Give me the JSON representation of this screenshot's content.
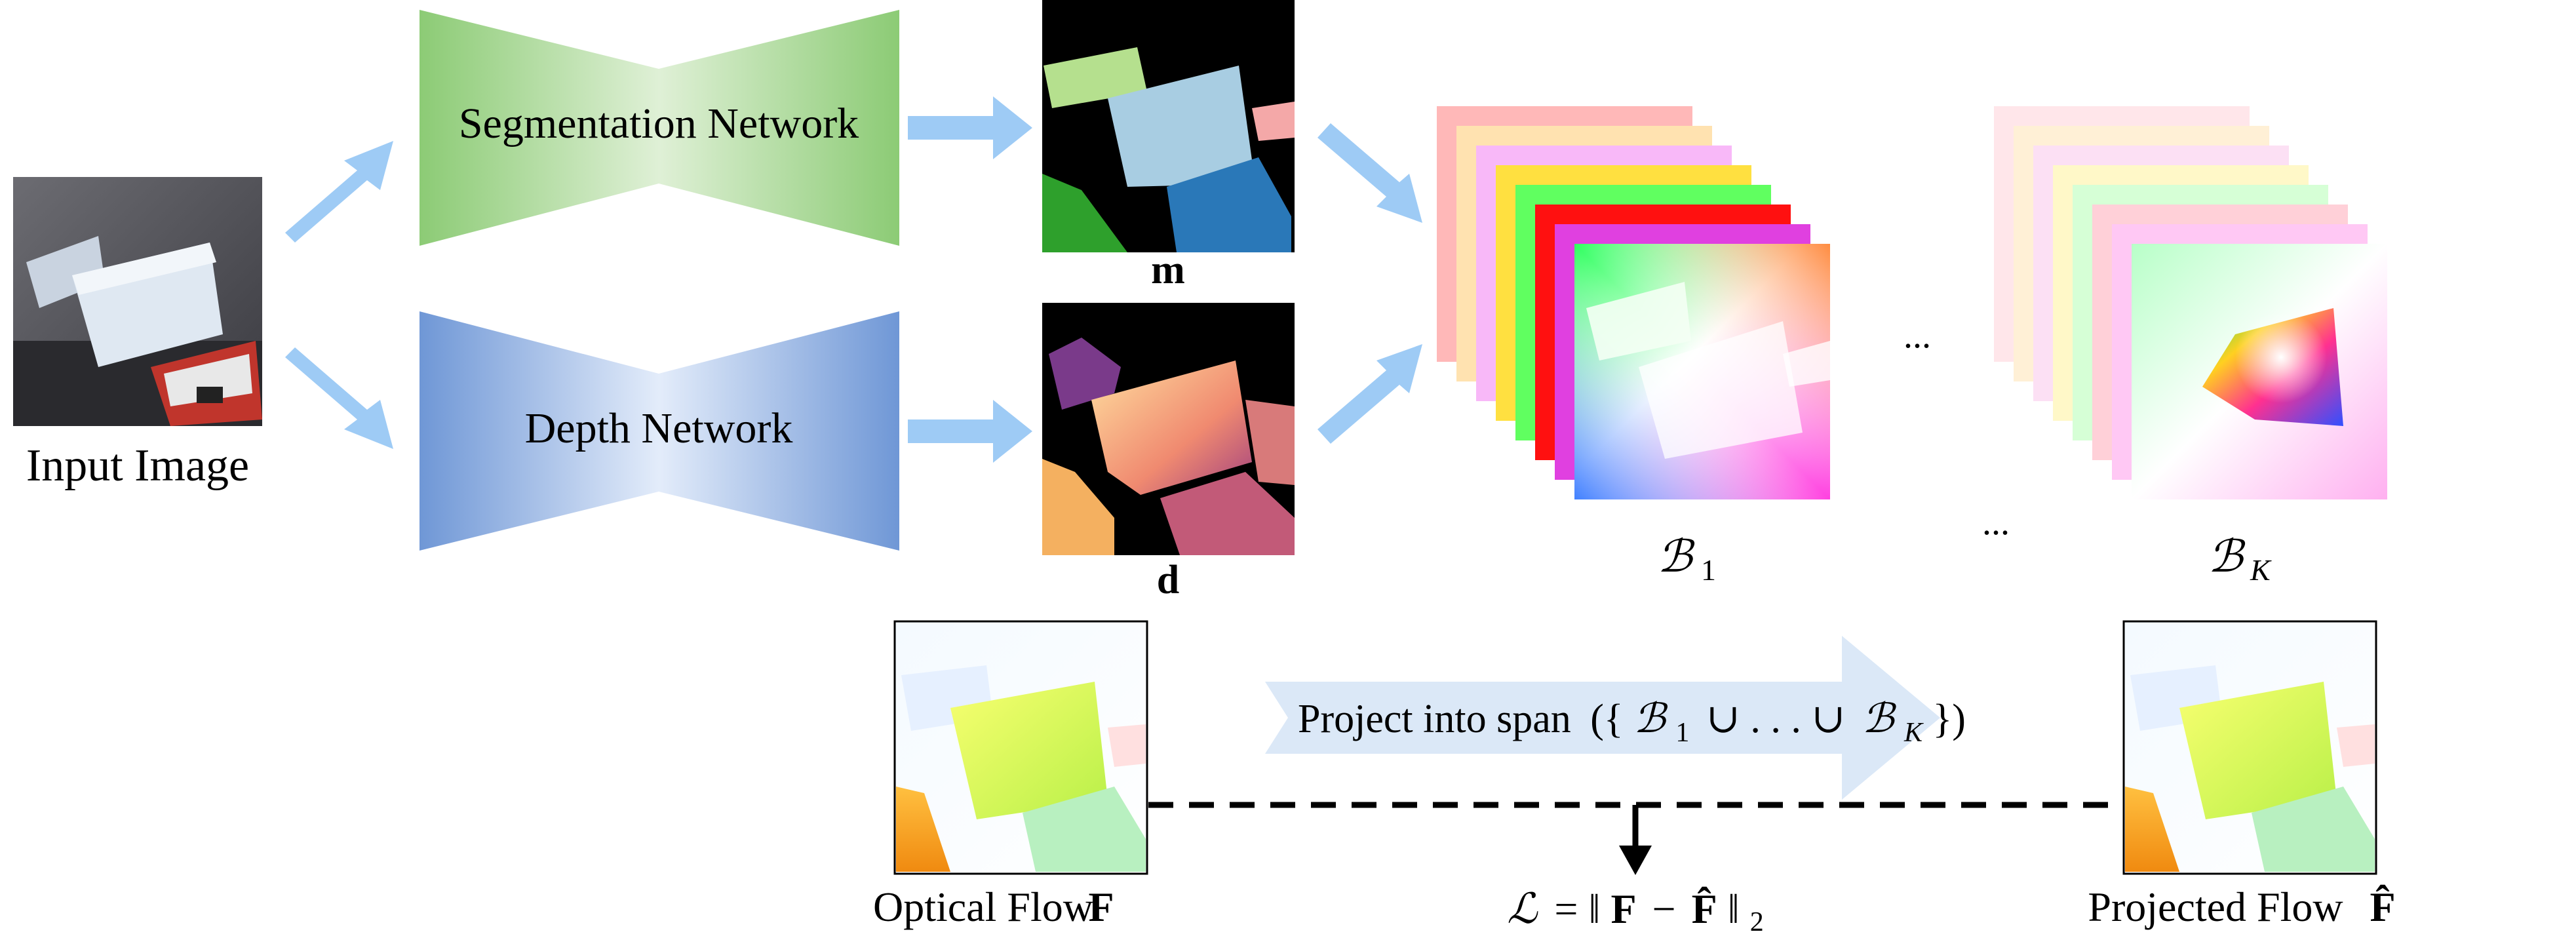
{
  "input": {
    "label": "Input Image"
  },
  "segmentation_network": {
    "label": "Segmentation Network"
  },
  "depth_network": {
    "label": "Depth Network"
  },
  "mask_output": {
    "label": "m"
  },
  "depth_output": {
    "label": "d"
  },
  "basis_stacks": {
    "first": {
      "symbol": "B",
      "subscript": "1"
    },
    "last": {
      "symbol": "B",
      "subscript": "K"
    },
    "ellipsis_top": "...",
    "ellipsis_bottom": "..."
  },
  "optical_flow": {
    "label": "Optical Flow",
    "symbol": "F"
  },
  "projected_flow": {
    "label": "Projected Flow",
    "symbol": "F̂"
  },
  "projection": {
    "prefix": "Project into span",
    "open": "({",
    "b1": "B",
    "b1_sub": "1",
    "union": "∪ . . . ∪",
    "bk": "B",
    "bk_sub": "K",
    "close": "})"
  },
  "loss": {
    "L": "L",
    "eq": "= ‖",
    "F": "F",
    "minus": "−",
    "Fhat": "F̂",
    "close": "‖",
    "sub": "2"
  },
  "colors": {
    "arrow": "#9ecbf5",
    "seg_green": "#9fd48a",
    "depth_blue": "#7ea4dc",
    "projection_arrow": "#dbe8f7"
  }
}
